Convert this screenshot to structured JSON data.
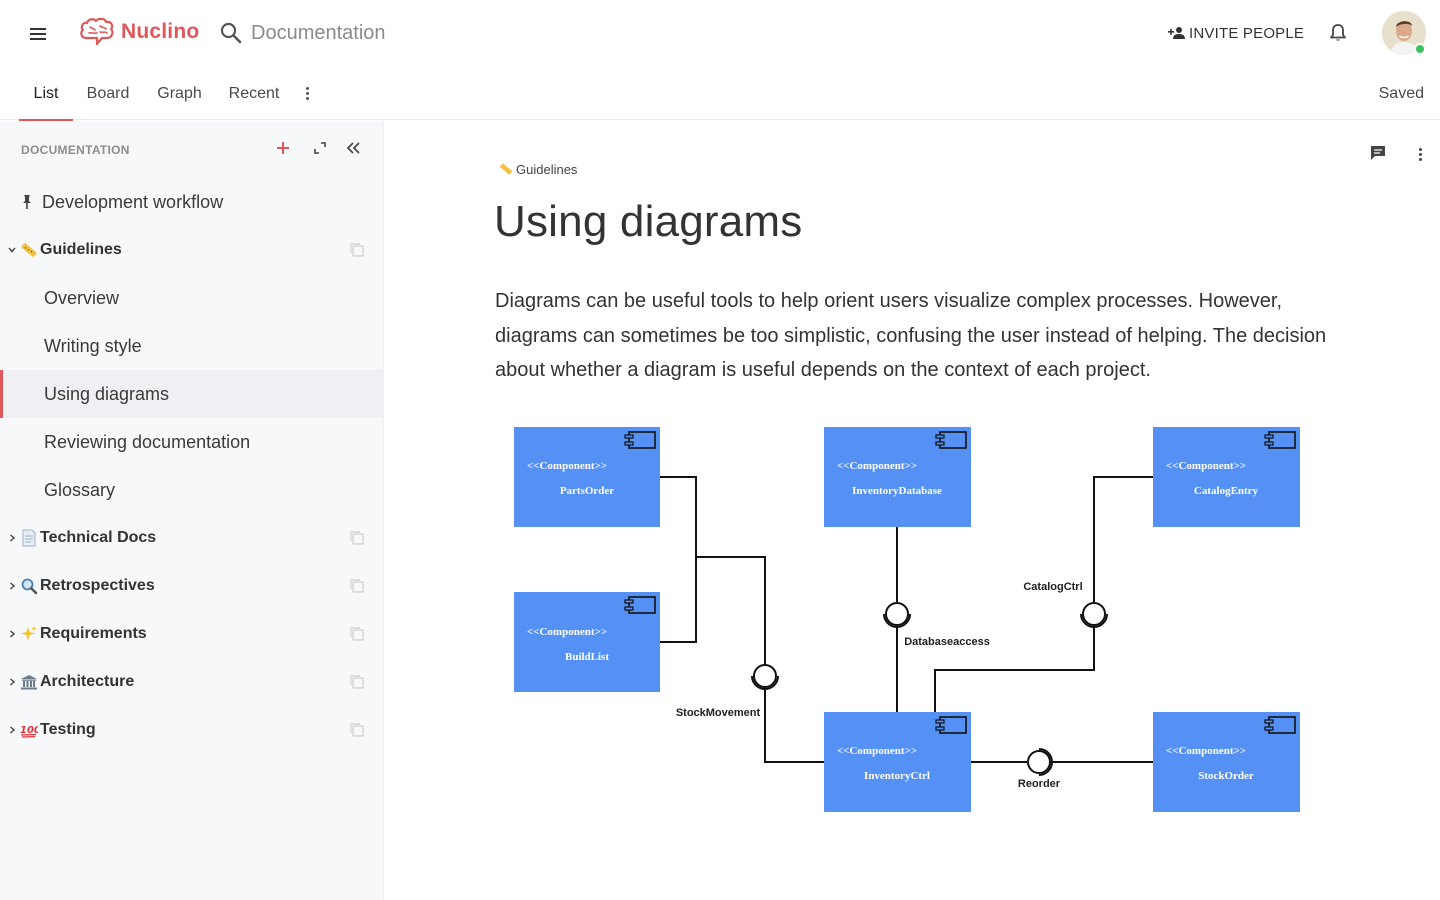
{
  "app": {
    "brand": "Nuclino",
    "workspace_search": "Documentation",
    "invite_label": "INVITE PEOPLE",
    "brand_color": "#e0575b"
  },
  "tabs": [
    {
      "label": "List",
      "active": true
    },
    {
      "label": "Board",
      "active": false
    },
    {
      "label": "Graph",
      "active": false
    },
    {
      "label": "Recent",
      "active": false
    }
  ],
  "save_status": "Saved",
  "sidebar": {
    "heading": "DOCUMENTATION",
    "items": [
      {
        "label": "Development workflow",
        "icon": "pin-icon",
        "kind": "pinned"
      },
      {
        "label": "Guidelines",
        "icon": "ruler-icon",
        "kind": "cluster",
        "expanded": true
      },
      {
        "label": "Overview",
        "kind": "child"
      },
      {
        "label": "Writing style",
        "kind": "child"
      },
      {
        "label": "Using diagrams",
        "kind": "child",
        "selected": true
      },
      {
        "label": "Reviewing documentation",
        "kind": "child"
      },
      {
        "label": "Glossary",
        "kind": "child"
      },
      {
        "label": "Technical Docs",
        "icon": "page-icon",
        "kind": "cluster"
      },
      {
        "label": "Retrospectives",
        "icon": "magnifier-icon",
        "kind": "cluster"
      },
      {
        "label": "Requirements",
        "icon": "sparkles-icon",
        "kind": "cluster"
      },
      {
        "label": "Architecture",
        "icon": "classical-building-icon",
        "kind": "cluster"
      },
      {
        "label": "Testing",
        "icon": "hundred-points-icon",
        "kind": "cluster"
      }
    ]
  },
  "document": {
    "breadcrumb": "Guidelines",
    "breadcrumb_icon": "ruler-icon",
    "title": "Using diagrams",
    "paragraph": "Diagrams can be useful tools to help orient users visualize complex processes. However, diagrams can sometimes be too simplistic, confusing the user instead of helping. The decision about whether a diagram is useful depends on the context of each project."
  },
  "diagram": {
    "stereotype": "<<Component>>",
    "components": [
      "PartsOrder",
      "InventoryDatabase",
      "CatalogEntry",
      "BuildList",
      "InventoryCtrl",
      "StockOrder"
    ],
    "interfaces": [
      "StockMovement",
      "Databaseaccess",
      "CatalogCtrl",
      "Reorder"
    ],
    "component_color": "#5590f5"
  }
}
